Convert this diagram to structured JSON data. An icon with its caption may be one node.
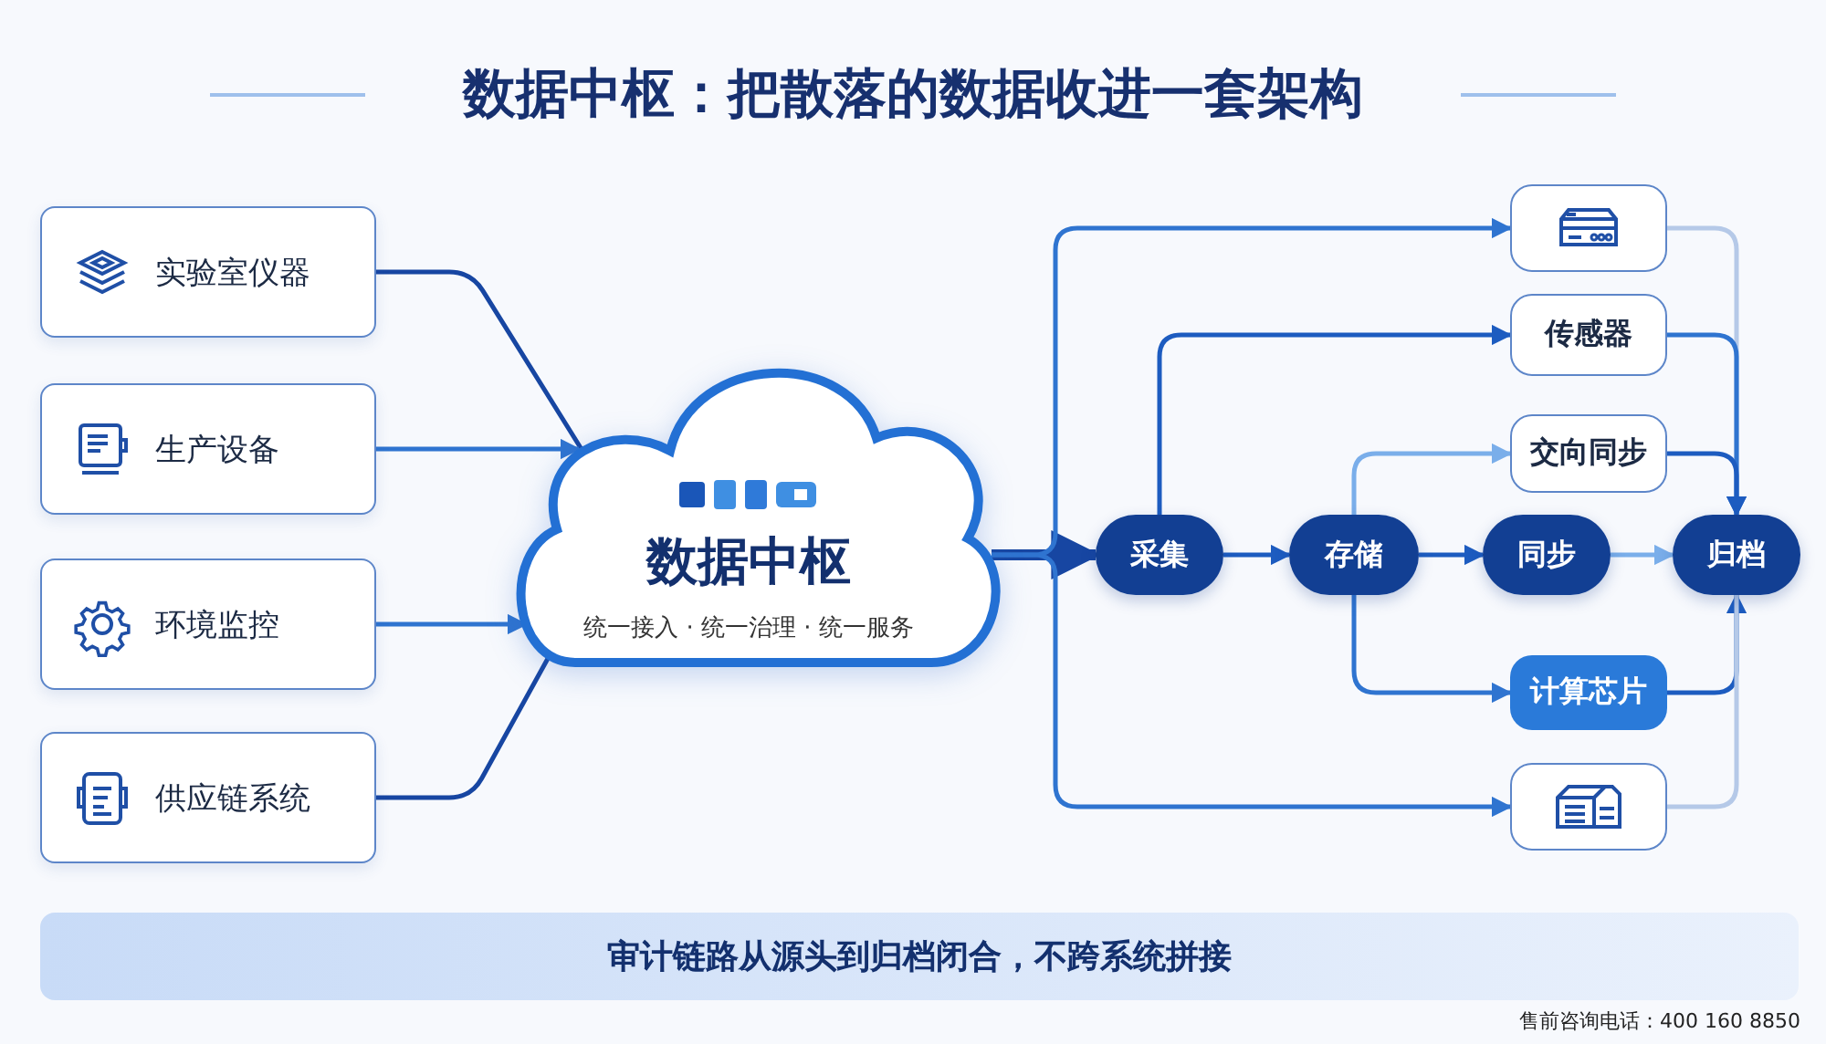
{
  "diagram": {
    "title": "数据中枢：把散落的数据收进一套架构",
    "nodes": [
      {
        "text": [
          "实验室仪器"
        ]
      },
      {
        "text": [
          "生产设备"
        ]
      },
      {
        "text": [
          "环境监控"
        ]
      },
      {
        "text": [
          "供应链系统"
        ]
      },
      {
        "text": [
          "数据中枢",
          "统一接入 · 统一治理 · 统一服务"
        ]
      },
      {
        "text": [
          "采集"
        ]
      },
      {
        "text": [
          "存储"
        ]
      },
      {
        "text": [
          "同步"
        ]
      },
      {
        "text": [
          "归档"
        ]
      },
      {
        "text": [],
        "shape": "box"
      },
      {
        "text": [
          "传感器"
        ]
      },
      {
        "text": [
          "交向同步"
        ]
      },
      {
        "text": [
          "计算芯片"
        ]
      },
      {
        "text": [],
        "shape": "box"
      },
      {
        "text": [
          "审计链路从源头到归档闭合，不跨系统拼接"
        ]
      }
    ],
    "edges": [
      {
        "from": 0,
        "to": 4,
        "arrow": "none",
        "color": "#1746a2"
      },
      {
        "from": 1,
        "to": 4,
        "arrow": "to"
      },
      {
        "from": 2,
        "to": 4,
        "arrow": "to"
      },
      {
        "from": 3,
        "to": 4,
        "arrow": "none",
        "color": "#1746a2"
      },
      {
        "from": 4,
        "to": 5,
        "arrow": "to",
        "style": "thick",
        "color": "#1746a2"
      },
      {
        "from": 4,
        "to": 9,
        "arrow": "to"
      },
      {
        "from": 4,
        "to": 13,
        "arrow": "to"
      },
      {
        "from": 5,
        "to": 10,
        "arrow": "to",
        "color": "#1d5cc0"
      },
      {
        "from": 5,
        "to": 6,
        "arrow": "to",
        "color": "#1d5cc0"
      },
      {
        "from": 6,
        "to": 11,
        "arrow": "to",
        "color": "#7aaeea"
      },
      {
        "from": 6,
        "to": 7,
        "arrow": "to",
        "color": "#1d5cc0"
      },
      {
        "from": 6,
        "to": 12,
        "arrow": "to"
      },
      {
        "from": 7,
        "to": 8,
        "arrow": "to",
        "color": "#7aaeea"
      },
      {
        "from": 9,
        "to": 8,
        "arrow": "none",
        "color": "#b5c9e8"
      },
      {
        "from": 10,
        "to": 8,
        "arrow": "to"
      },
      {
        "from": 11,
        "to": 8,
        "arrow": "to",
        "color": "#1d5cc0"
      },
      {
        "from": 12,
        "to": 8,
        "arrow": "to",
        "color": "#1d5cc0"
      },
      {
        "from": 13,
        "to": 8,
        "arrow": "none",
        "color": "#b5c9e8"
      }
    ],
    "labels": [
      "售前咨询电话：400 160 8850"
    ]
  }
}
